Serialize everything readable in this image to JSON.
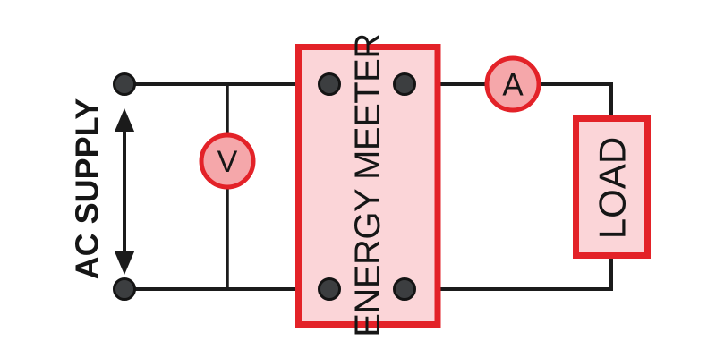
{
  "diagram": {
    "labels": {
      "ac_supply": "AC SUPPLY",
      "voltmeter": "V",
      "ammeter": "A",
      "energy_meter": "ENERGY MEETER",
      "load": "LOAD"
    },
    "colors": {
      "background": "#ffffff",
      "outline_red": "#e32228",
      "box_fill": "#fbd5d8",
      "meter_circle_fill": "#f5a7aa",
      "wire": "#1b1b1b",
      "terminal_fill": "#3c3e40",
      "terminal_ring": "#141414",
      "arrow": "#1b1b1b",
      "text": "#161616"
    }
  }
}
